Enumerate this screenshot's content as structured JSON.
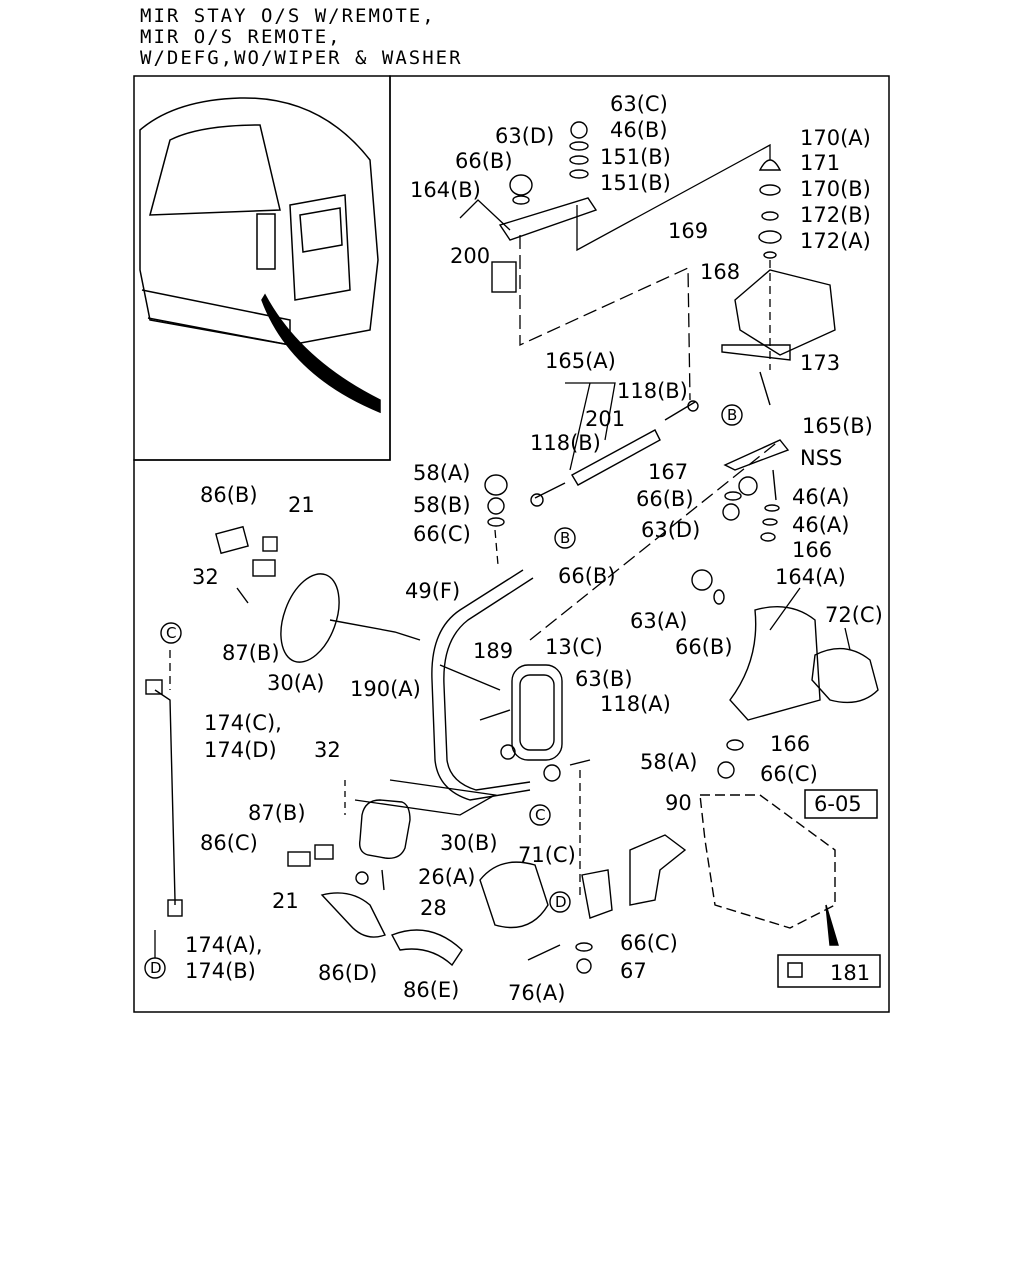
{
  "header": {
    "lines": [
      "MIR STAY O/S W/REMOTE,",
      "MIR O/S REMOTE,",
      "W/DEFG,WO/WIPER & WASHER"
    ]
  },
  "labels": [
    {
      "id": "l1",
      "text": "63(C)"
    },
    {
      "id": "l2",
      "text": "63(D)"
    },
    {
      "id": "l3",
      "text": "46(B)"
    },
    {
      "id": "l4",
      "text": "66(B)"
    },
    {
      "id": "l5",
      "text": "151(B)"
    },
    {
      "id": "l6",
      "text": "151(B)"
    },
    {
      "id": "l7",
      "text": "164(B)"
    },
    {
      "id": "l8",
      "text": "170(A)"
    },
    {
      "id": "l9",
      "text": "171"
    },
    {
      "id": "l10",
      "text": "170(B)"
    },
    {
      "id": "l11",
      "text": "172(B)"
    },
    {
      "id": "l12",
      "text": "169"
    },
    {
      "id": "l13",
      "text": "172(A)"
    },
    {
      "id": "l14",
      "text": "200"
    },
    {
      "id": "l15",
      "text": "168"
    },
    {
      "id": "l16",
      "text": "173"
    },
    {
      "id": "l17",
      "text": "165(A)"
    },
    {
      "id": "l18",
      "text": "118(B)"
    },
    {
      "id": "l19",
      "text": "201"
    },
    {
      "id": "l20",
      "text": "118(B)"
    },
    {
      "id": "l21",
      "text": "165(B)"
    },
    {
      "id": "l22",
      "text": "NSS"
    },
    {
      "id": "l23",
      "text": "58(A)"
    },
    {
      "id": "l24",
      "text": "167"
    },
    {
      "id": "l25",
      "text": "86(B)"
    },
    {
      "id": "l26",
      "text": "21"
    },
    {
      "id": "l27",
      "text": "58(B)"
    },
    {
      "id": "l28",
      "text": "66(B)"
    },
    {
      "id": "l29",
      "text": "46(A)"
    },
    {
      "id": "l30",
      "text": "66(C)"
    },
    {
      "id": "l31",
      "text": "63(D)"
    },
    {
      "id": "l32",
      "text": "46(A)"
    },
    {
      "id": "l33",
      "text": "166"
    },
    {
      "id": "l34",
      "text": "32"
    },
    {
      "id": "l35",
      "text": "49(F)"
    },
    {
      "id": "l36",
      "text": "66(B)"
    },
    {
      "id": "l37",
      "text": "164(A)"
    },
    {
      "id": "l38",
      "text": "72(C)"
    },
    {
      "id": "l39",
      "text": "63(A)"
    },
    {
      "id": "l40",
      "text": "66(B)"
    },
    {
      "id": "l41",
      "text": "87(B)"
    },
    {
      "id": "l42",
      "text": "13(C)"
    },
    {
      "id": "l43",
      "text": "189"
    },
    {
      "id": "l44",
      "text": "30(A)"
    },
    {
      "id": "l45",
      "text": "63(B)"
    },
    {
      "id": "l46",
      "text": "190(A)"
    },
    {
      "id": "l47",
      "text": "118(A)"
    },
    {
      "id": "l48",
      "text": "174(C),"
    },
    {
      "id": "l49",
      "text": "174(D)"
    },
    {
      "id": "l50",
      "text": "32"
    },
    {
      "id": "l51",
      "text": "166"
    },
    {
      "id": "l52",
      "text": "58(A)"
    },
    {
      "id": "l53",
      "text": "66(C)"
    },
    {
      "id": "l54",
      "text": "87(B)"
    },
    {
      "id": "l55",
      "text": "90"
    },
    {
      "id": "l56",
      "text": "30(B)"
    },
    {
      "id": "l57",
      "text": "86(C)"
    },
    {
      "id": "l58",
      "text": "71(C)"
    },
    {
      "id": "l59",
      "text": "26(A)"
    },
    {
      "id": "l60",
      "text": "21"
    },
    {
      "id": "l61",
      "text": "28"
    },
    {
      "id": "l62",
      "text": "174(A),"
    },
    {
      "id": "l63",
      "text": "174(B)"
    },
    {
      "id": "l64",
      "text": "66(C)"
    },
    {
      "id": "l65",
      "text": "67"
    },
    {
      "id": "l66",
      "text": "86(D)"
    },
    {
      "id": "l67",
      "text": "86(E)"
    },
    {
      "id": "l68",
      "text": "76(A)"
    }
  ],
  "refs": {
    "ref_box": "6-05",
    "part_181": "181",
    "markers": {
      "B": "B",
      "C": "C",
      "D": "D"
    }
  }
}
